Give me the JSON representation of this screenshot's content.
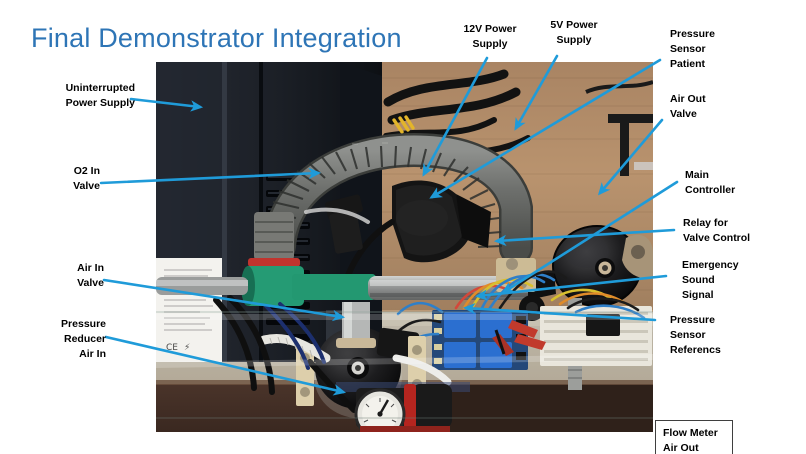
{
  "slide": {
    "title": "Final Demonstrator Integration",
    "title_color": "#2E75B6",
    "background_color": "#FFFFFF",
    "arrow_color": "#1F9BD9",
    "label_color": "#000000"
  },
  "photo": {
    "alt": "Overhead photograph of a ventilator demonstrator assembly mounted on a wooden board, showing an uninterrupted power supply, power supplies, solenoid valves, corrugated breathing hose, relay board, breadboard wiring and a pressure reducer with gauge."
  },
  "callouts": {
    "uninterrupted_power_supply": "Uninterrupted\nPower Supply",
    "o2_in_valve": "O2 In\nValve",
    "air_in_valve": "Air In\nValve",
    "pressure_reducer_air_in": "Pressure\nReducer\nAir In",
    "power_supply_12v": "12V Power\nSupply",
    "power_supply_5v": "5V Power\nSupply",
    "pressure_sensor_patient": "Pressure\nSensor\nPatient",
    "air_out_valve": "Air Out\nValve",
    "main_controller": "Main\nController",
    "relay_for_valve_control": "Relay for\nValve Control",
    "emergency_sound_signal": "Emergency\nSound\nSignal",
    "pressure_sensor_reference": "Pressure\nSensor\nReferencs",
    "flow_meter_air_out": "Flow Meter\nAir Out"
  }
}
